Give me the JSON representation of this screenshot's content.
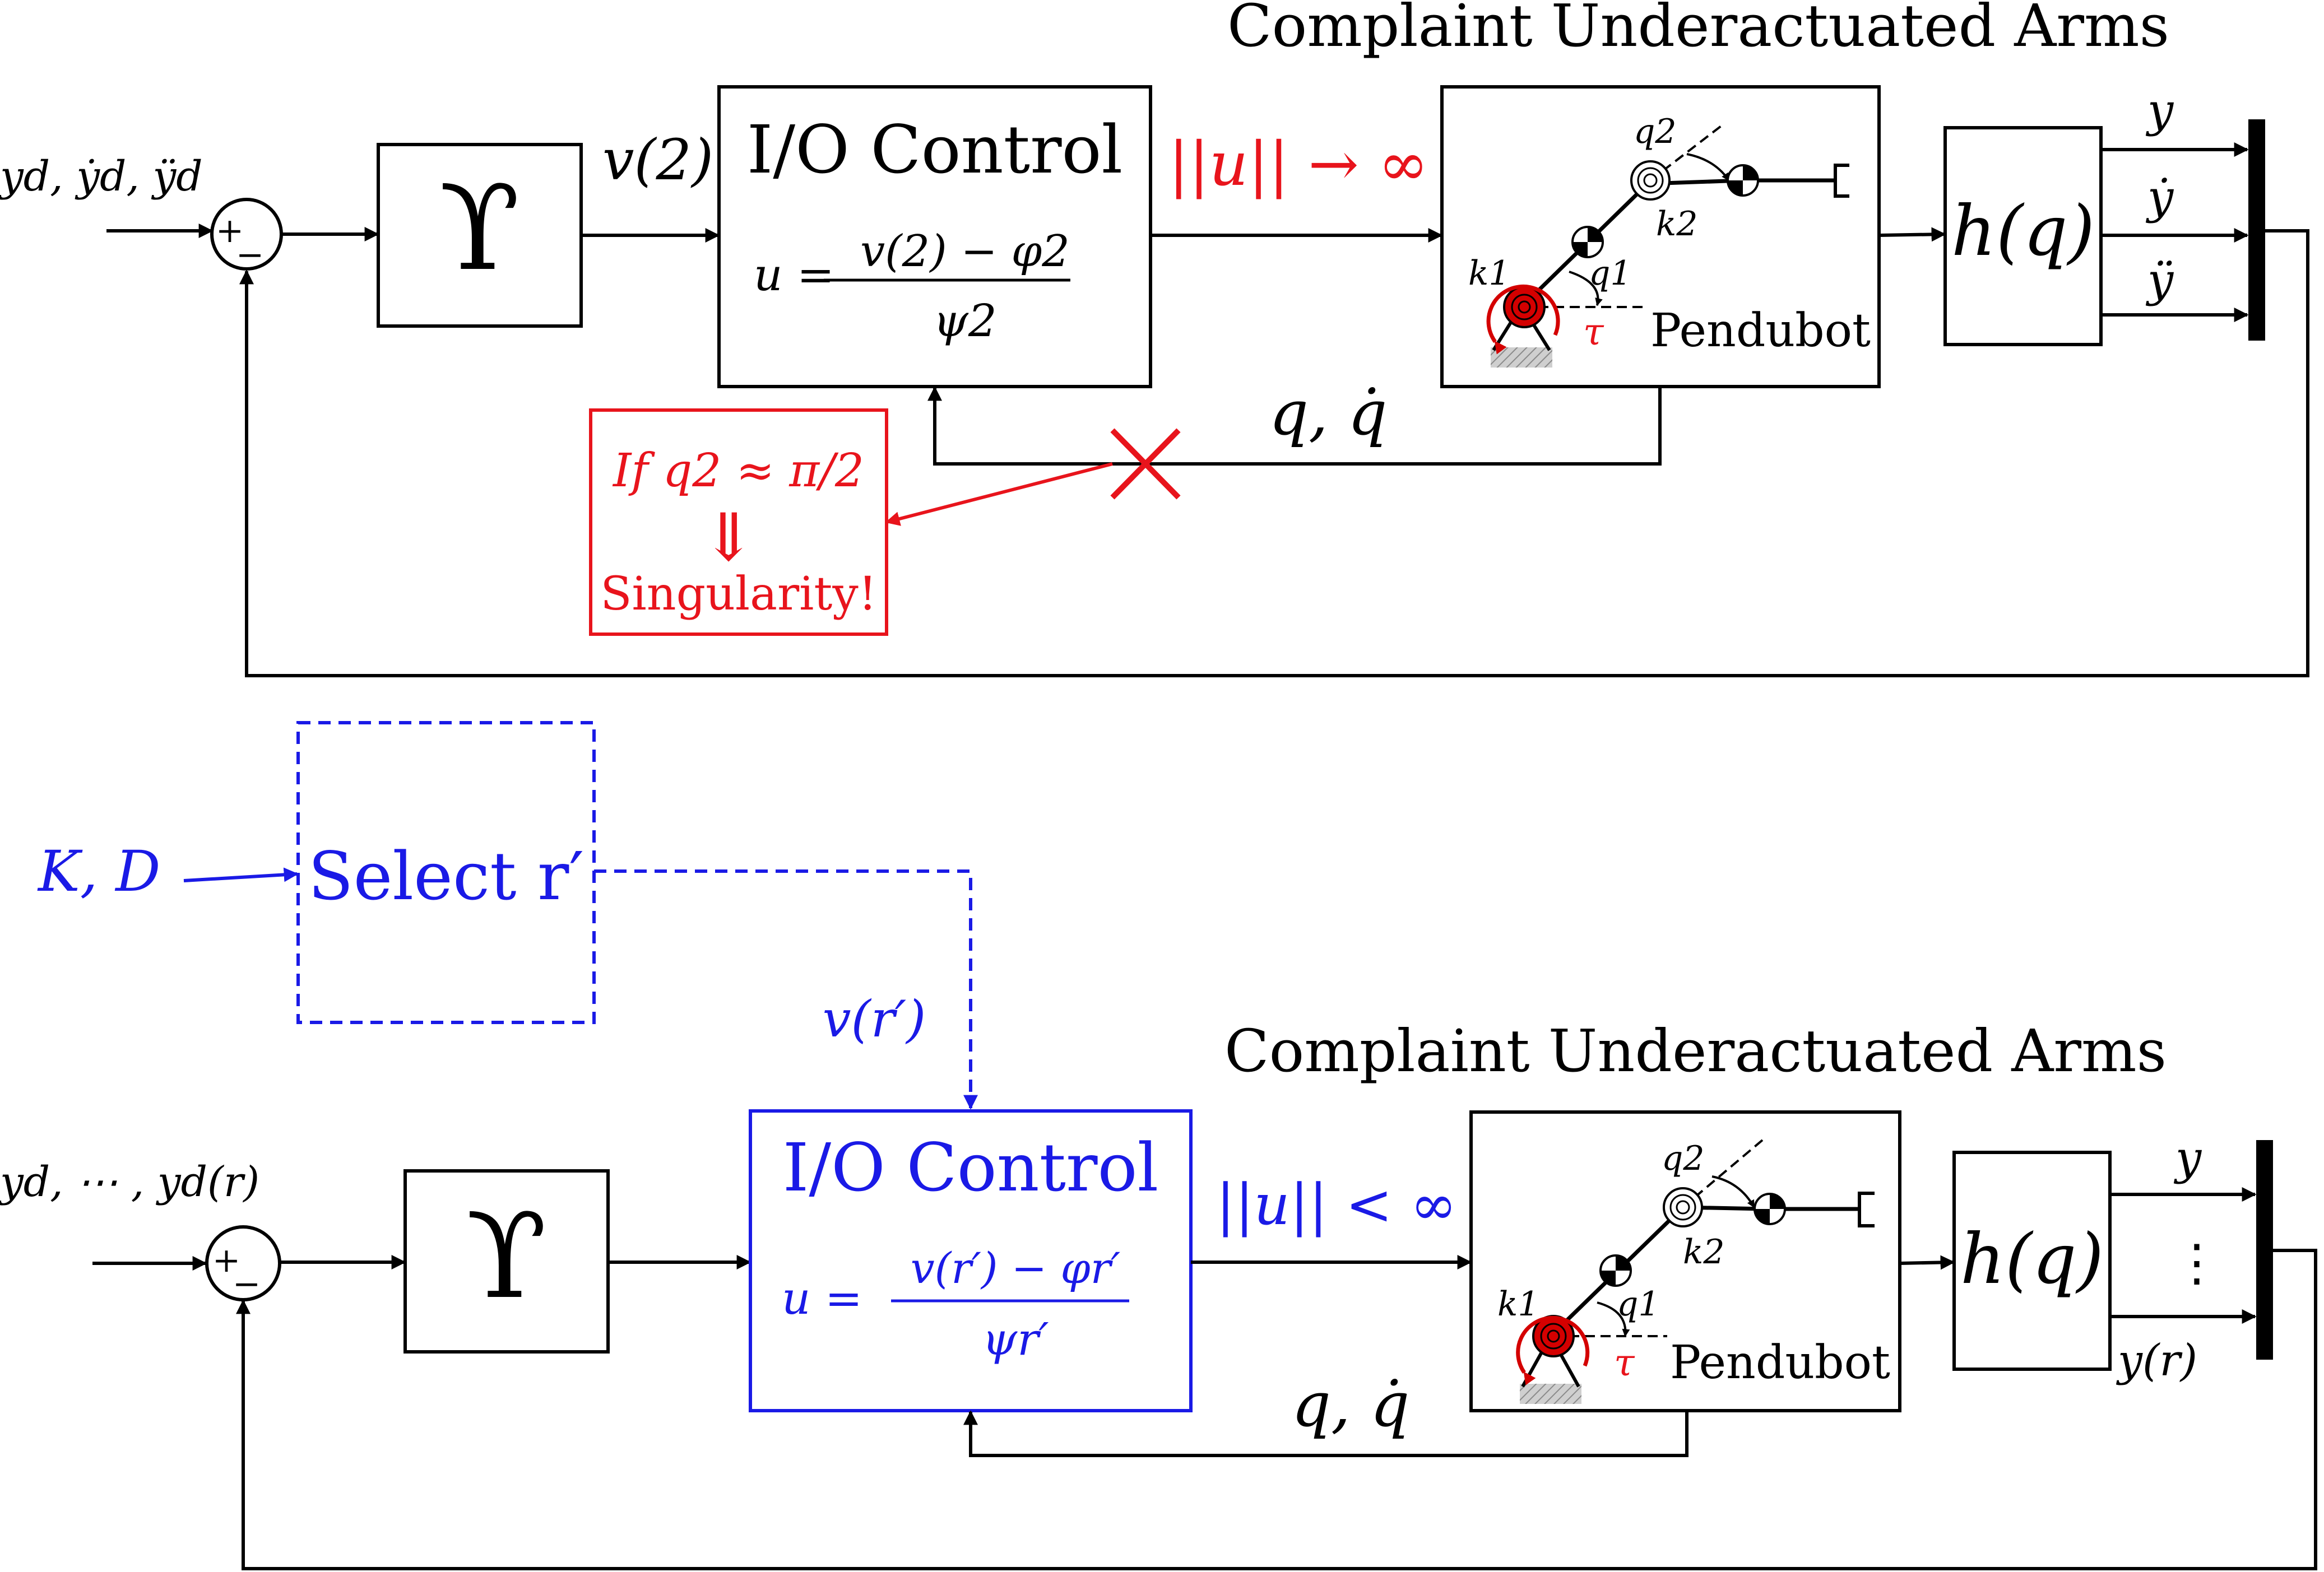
{
  "colors": {
    "black": "#000000",
    "red": "#e8141c",
    "blue": "#1a1ae6",
    "pivot_red": "#d40000",
    "ground": "#b0b0b0"
  },
  "top": {
    "title": "Complaint Underactuated Arms",
    "input_label": "yd, ẏd, ÿd",
    "sum_plus": "+",
    "sum_minus": "−",
    "upsilon": "ϒ",
    "v_label": "v(2)",
    "io_title": "I/O Control",
    "io_formula_lhs": "u =",
    "io_formula_num": "v(2) − φ2",
    "io_formula_den": "ψ2",
    "u_label": "||u|| → ∞",
    "robot_label": "Pendubot",
    "q1": "q1",
    "q2": "q2",
    "k1": "k1",
    "k2": "k2",
    "tau": "τ",
    "h_label": "h(q)",
    "outputs": [
      "y",
      "ẏ",
      "ÿ"
    ],
    "feedback_label": "q, q̇",
    "cross_icon": "cross-icon",
    "warn_line1": "If q2 ≈ π/2",
    "warn_arrow": "⇓",
    "warn_line2": "Singularity!"
  },
  "bottom": {
    "title": "Complaint Underactuated Arms",
    "input_label": "yd, ⋯ , yd(r)",
    "sum_plus": "+",
    "sum_minus": "−",
    "upsilon": "ϒ",
    "kd_label": "K, D",
    "select_label": "Select r′",
    "v_label": "v(r′)",
    "io_title": "I/O Control",
    "io_formula_lhs": "u =",
    "io_formula_num": "v(r′) − φr′",
    "io_formula_den": "ψr′",
    "u_label": "||u|| < ∞",
    "robot_label": "Pendubot",
    "q1": "q1",
    "q2": "q2",
    "k1": "k1",
    "k2": "k2",
    "tau": "τ",
    "h_label": "h(q)",
    "outputs": [
      "y",
      "⋮",
      "y(r)"
    ],
    "feedback_label": "q, q̇"
  }
}
